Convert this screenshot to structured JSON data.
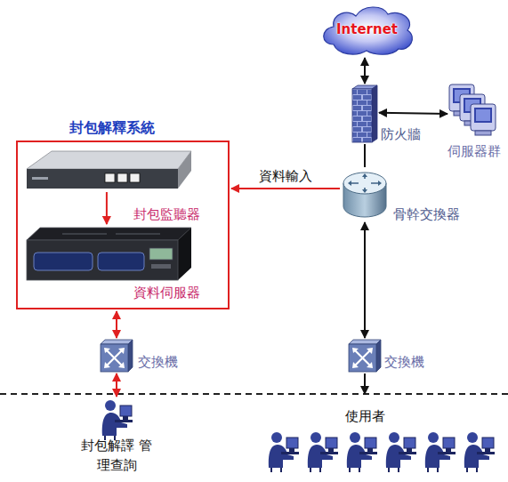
{
  "diagram": {
    "nodes": [
      {
        "text": [
          "Internet"
        ]
      },
      {
        "text": [
          "防火牆"
        ]
      },
      {
        "text": [
          "伺服器群"
        ]
      },
      {
        "text": [
          "封包解釋系統"
        ]
      },
      {
        "text": [
          "封包監聽器"
        ],
        "in": 3
      },
      {
        "text": [
          "資料伺服器"
        ],
        "in": 3
      },
      {
        "text": [
          "骨幹交換器"
        ]
      },
      {
        "text": [
          "交換機"
        ]
      },
      {
        "text": [
          "交換機"
        ]
      },
      {
        "text": [
          "封包解譯 管理查詢"
        ]
      },
      {
        "text": [
          "使用者"
        ]
      }
    ],
    "edges": [
      {
        "from": 0,
        "to": 1,
        "arrow": "both"
      },
      {
        "from": 1,
        "to": 2,
        "arrow": "both"
      },
      {
        "from": 1,
        "to": 6,
        "arrow": "none"
      },
      {
        "from": 6,
        "to": 3,
        "label": "資料輸入",
        "arrow": "to"
      },
      {
        "from": 4,
        "to": 5,
        "arrow": "to"
      },
      {
        "from": 3,
        "to": 7,
        "arrow": "both"
      },
      {
        "from": 7,
        "to": 9,
        "arrow": "both"
      },
      {
        "from": 6,
        "to": 8,
        "arrow": "both"
      },
      {
        "from": 8,
        "to": 10,
        "arrow": "to"
      }
    ]
  }
}
